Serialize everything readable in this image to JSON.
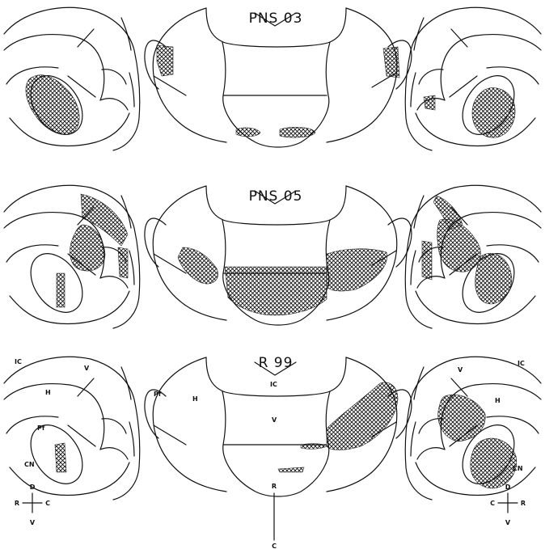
{
  "panel_titles": [
    "PNS 03",
    "PNS 05",
    "R 99"
  ],
  "labels": {
    "ic": "IC",
    "v": "V",
    "h": "H",
    "pf": "Pf",
    "cn": "CN"
  },
  "compass_left": {
    "top": "D",
    "bottom": "V",
    "left": "R",
    "right": "C"
  },
  "compass_right": {
    "top": "D",
    "bottom": "V",
    "left": "C",
    "right": "R"
  },
  "bottom_axis": {
    "top": "R",
    "bottom": "C"
  }
}
